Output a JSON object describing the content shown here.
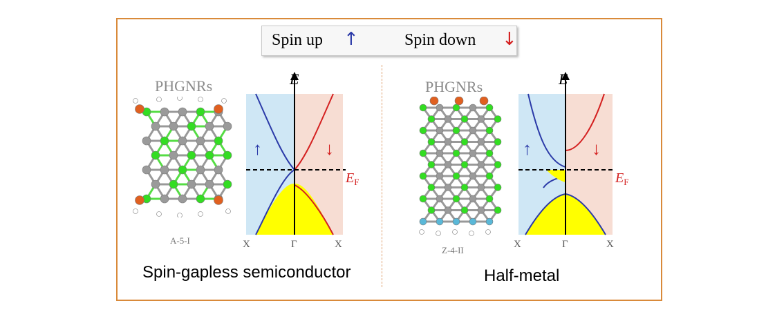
{
  "legend": {
    "spin_up_label": "Spin up",
    "spin_up_arrow": "↑",
    "spin_down_label": "Spin down",
    "spin_down_arrow": "↓"
  },
  "colors": {
    "frame": "#d98a3a",
    "spin_up": "#2b3aa8",
    "spin_down": "#d42020",
    "up_bg": "#cfe7f5",
    "down_bg": "#f7ddd3",
    "valence_fill": "#ffff00",
    "carbon": "#9a9a9a",
    "carbon_green": "#33dd22",
    "oxygen": "#e06020",
    "boron_blue": "#5ab8d8",
    "hydrogen": "#ffffff"
  },
  "left": {
    "structure_label": "PHGNRs",
    "structure_id": "A-5-I",
    "caption": "Spin-gapless semiconductor",
    "axis_e": "E",
    "fermi": "E",
    "fermi_sub": "F",
    "tick_left": "X",
    "tick_center": "Γ",
    "tick_right": "X",
    "arrow_up": "↑",
    "arrow_down": "↓"
  },
  "right": {
    "structure_label": "PHGNRs",
    "structure_id": "Z-4-II",
    "caption": "Half-metal",
    "axis_e": "E",
    "fermi": "E",
    "fermi_sub": "F",
    "tick_left": "X",
    "tick_center": "Γ",
    "tick_right": "X",
    "arrow_up": "↑",
    "arrow_down": "↓"
  }
}
